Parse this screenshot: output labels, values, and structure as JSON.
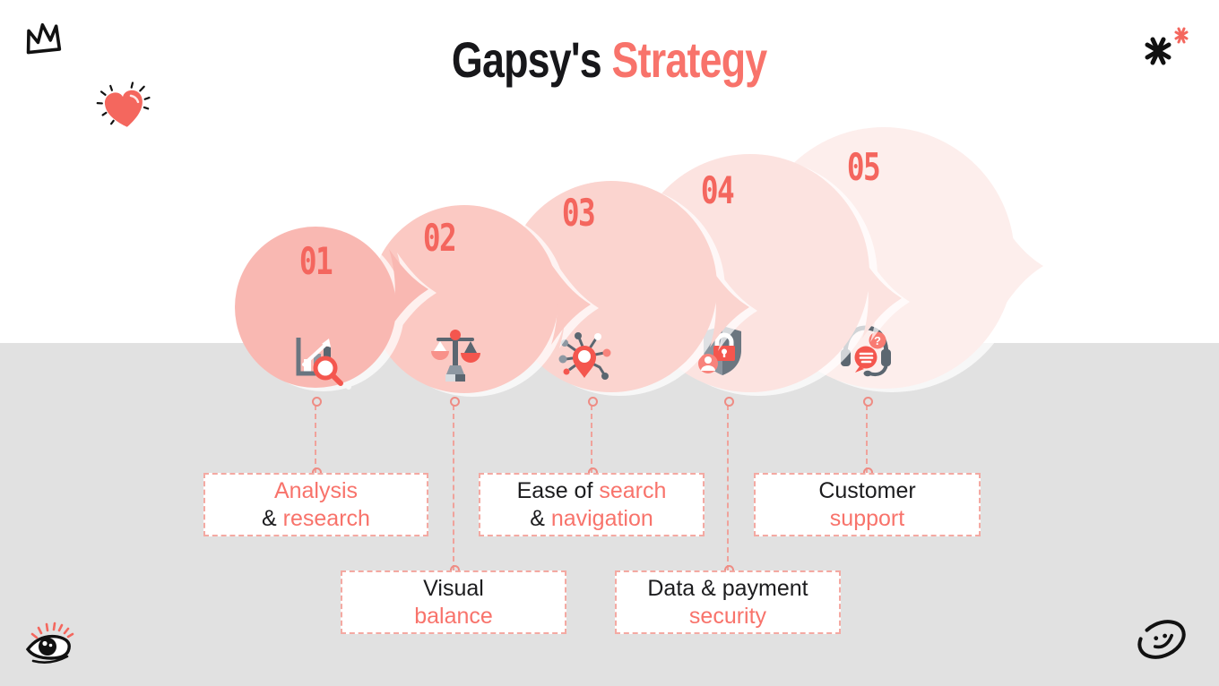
{
  "title": {
    "black": "Gapsy's",
    "accent": "Strategy"
  },
  "steps": [
    {
      "number": "01",
      "icon": "chart-analysis-magnifier-icon",
      "label": {
        "line1": {
          "black": "",
          "accent": "Analysis"
        },
        "line2": {
          "black": "& ",
          "accent": "research"
        }
      }
    },
    {
      "number": "02",
      "icon": "balance-scale-icon",
      "label": {
        "line1": {
          "black": "Visual",
          "accent": ""
        },
        "line2": {
          "black": "",
          "accent": "balance"
        }
      }
    },
    {
      "number": "03",
      "icon": "location-network-icon",
      "label": {
        "line1": {
          "black": "Ease of ",
          "accent": "search"
        },
        "line2": {
          "black": "& ",
          "accent": "navigation"
        }
      }
    },
    {
      "number": "04",
      "icon": "shield-lock-user-icon",
      "label": {
        "line1": {
          "black": "Data & payment",
          "accent": ""
        },
        "line2": {
          "black": "",
          "accent": "security"
        }
      }
    },
    {
      "number": "05",
      "icon": "headset-support-icon",
      "label": {
        "line1": {
          "black": "Customer",
          "accent": ""
        },
        "line2": {
          "black": "",
          "accent": "support"
        }
      }
    }
  ],
  "decorations": [
    "crown-doodle",
    "heart-doodle",
    "sparkle-doodles",
    "eye-doodle",
    "smiley-doodle"
  ],
  "colors": {
    "accent": "#f8736b",
    "icon_red": "#f4564e",
    "slate": "#5b6670",
    "bottom_background": "#e1e1e1",
    "circle_01": "#f9b8b2",
    "circle_02": "#fbc9c3",
    "circle_03": "#fbd4cf",
    "circle_04": "#fce3e0",
    "circle_05": "#fdeeec"
  }
}
